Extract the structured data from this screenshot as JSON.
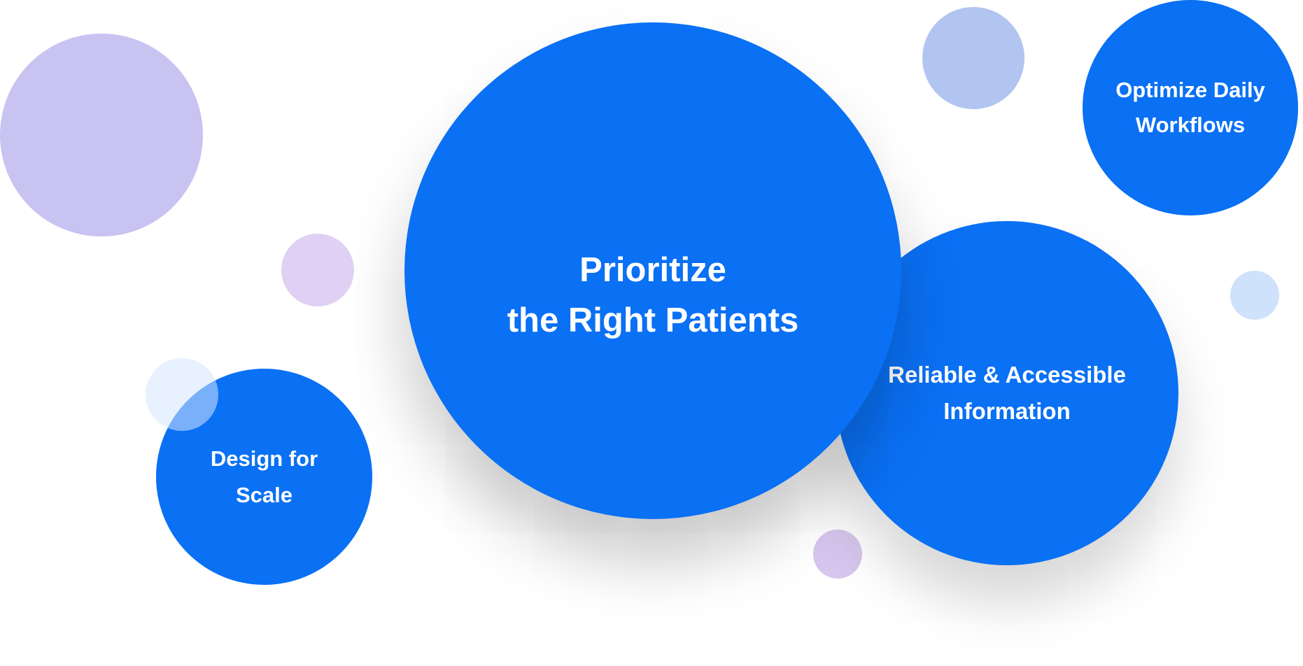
{
  "colors": {
    "primary_blue": "#0a70f4",
    "lavender": "#c9c3f2",
    "light_lavender": "#e0d0f3",
    "light_blue": "#d6e6fd",
    "periwinkle": "#b2c5f1",
    "text": "#ffffff"
  },
  "bubbles": {
    "prioritize": {
      "line1": "Prioritize",
      "line2": "the Right Patients"
    },
    "reliable": {
      "line1": "Reliable & Accessible",
      "line2": "Information"
    },
    "design": {
      "line1": "Design for",
      "line2": "Scale"
    },
    "optimize": {
      "line1": "Optimize Daily",
      "line2": "Workflows"
    }
  }
}
